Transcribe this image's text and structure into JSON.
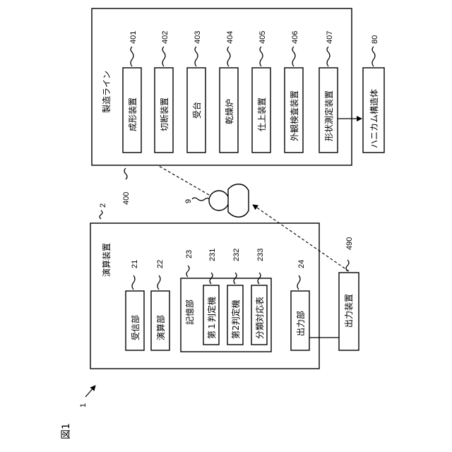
{
  "figure_label": "図1",
  "refs": {
    "system": "1",
    "computer": "2",
    "line": "400",
    "user": "9",
    "device401": "401",
    "device402": "402",
    "device403": "403",
    "device404": "404",
    "device405": "405",
    "device406": "406",
    "device407": "407",
    "product": "80",
    "receiver": "21",
    "calc": "22",
    "storage": "23",
    "judge1": "231",
    "judge2": "232",
    "table": "233",
    "output": "24",
    "output_device": "490"
  },
  "computer": {
    "title": "演算装置",
    "receiver": "受信部",
    "calc": "演算部",
    "storage": "記憶部",
    "judge1": "第１判定機",
    "judge2": "第2判定機",
    "table": "分類対応表",
    "output": "出力部"
  },
  "output_device": "出力装置",
  "line": {
    "title": "製造ライン",
    "devices": [
      "成形装置",
      "切断装置",
      "受台",
      "乾燥炉",
      "仕上装置",
      "外観検査装置",
      "形状測定装置"
    ]
  },
  "product": "ハニカム構造体"
}
